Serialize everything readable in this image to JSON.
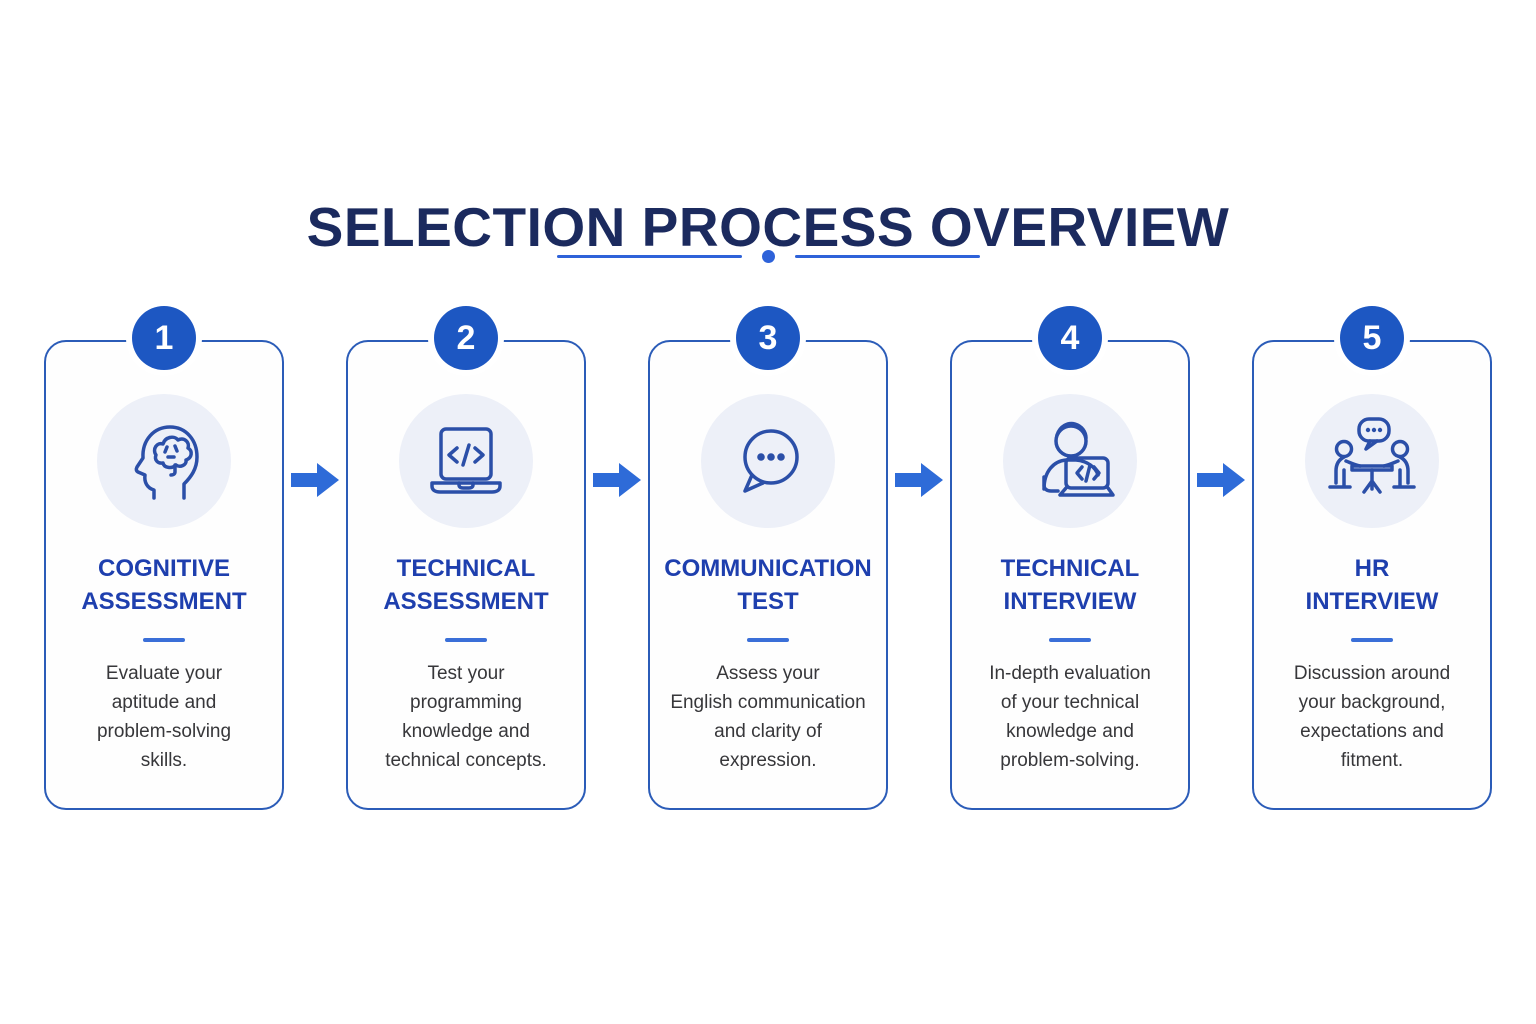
{
  "header": {
    "title": "SELECTION PROCESS OVERVIEW"
  },
  "colors": {
    "title_navy": "#1b2a5e",
    "divider_blue": "#2e62d9",
    "badge_blue": "#1d57c2",
    "card_border_blue": "#2b5cb8",
    "card_title_blue": "#1e3fae",
    "icon_stroke_blue": "#2b4fa8",
    "icon_circle_bg": "#edf0f8",
    "arrow_blue": "#2e6bd8",
    "description_gray": "#37373a"
  },
  "steps": [
    {
      "number": "1",
      "icon": "head-brain-icon",
      "title_lines": [
        "COGNITIVE",
        "ASSESSMENT"
      ],
      "desc_lines": [
        "Evaluate your",
        "aptitude and",
        "problem-solving",
        "skills."
      ]
    },
    {
      "number": "2",
      "icon": "laptop-code-icon",
      "title_lines": [
        "TECHNICAL",
        "ASSESSMENT"
      ],
      "desc_lines": [
        "Test your",
        "programming",
        "knowledge and",
        "technical concepts."
      ]
    },
    {
      "number": "3",
      "icon": "chat-bubble-icon",
      "title_lines": [
        "COMMUNICATION",
        "TEST"
      ],
      "desc_lines": [
        "Assess your",
        "English communication",
        "and clarity of",
        "expression."
      ]
    },
    {
      "number": "4",
      "icon": "person-laptop-icon",
      "title_lines": [
        "TECHNICAL",
        "INTERVIEW"
      ],
      "desc_lines": [
        "In-depth evaluation",
        "of your technical",
        "knowledge and",
        "problem-solving."
      ]
    },
    {
      "number": "5",
      "icon": "interview-people-icon",
      "title_lines": [
        "HR",
        "INTERVIEW"
      ],
      "desc_lines": [
        "Discussion around",
        "your background,",
        "expectations and",
        "fitment."
      ]
    }
  ]
}
